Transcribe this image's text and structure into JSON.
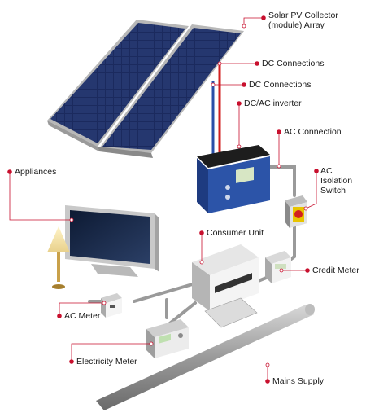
{
  "labels": {
    "solar_array": "Solar PV Collector (module) Array",
    "dc_connections_1": "DC Connections",
    "dc_connections_2": "DC Connections",
    "inverter": "DC/AC inverter",
    "ac_connection": "AC Connection",
    "ac_isolation": "AC Isolation Switch",
    "appliances": "Appliances",
    "consumer_unit": "Consumer Unit",
    "credit_meter": "Credit Meter",
    "ac_meter": "AC Meter",
    "electricity_meter": "Electricity Meter",
    "mains_supply": "Mains Supply"
  },
  "colors": {
    "callout_dot": "#c8102e",
    "callout_line": "#c8102e",
    "panel_cell": "#1b2a5e",
    "inverter_body": "#2c54a8",
    "isolation_switch": "#e8c400",
    "dc_wire_red": "#d21f1f",
    "dc_wire_blue": "#2a4fa8",
    "conduit": "#9a9a9a"
  }
}
